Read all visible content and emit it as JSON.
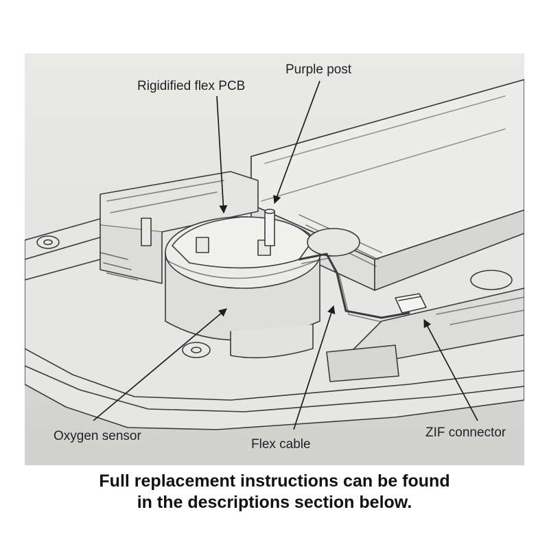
{
  "labels": {
    "rigidified_flex_pcb": "Rigidified flex PCB",
    "purple_post": "Purple post",
    "oxygen_sensor": "Oxygen sensor",
    "flex_cable": "Flex cable",
    "zif_connector": "ZIF connector"
  },
  "caption": {
    "line1": "Full replacement instructions can be found",
    "line2": "in the descriptions section below."
  }
}
